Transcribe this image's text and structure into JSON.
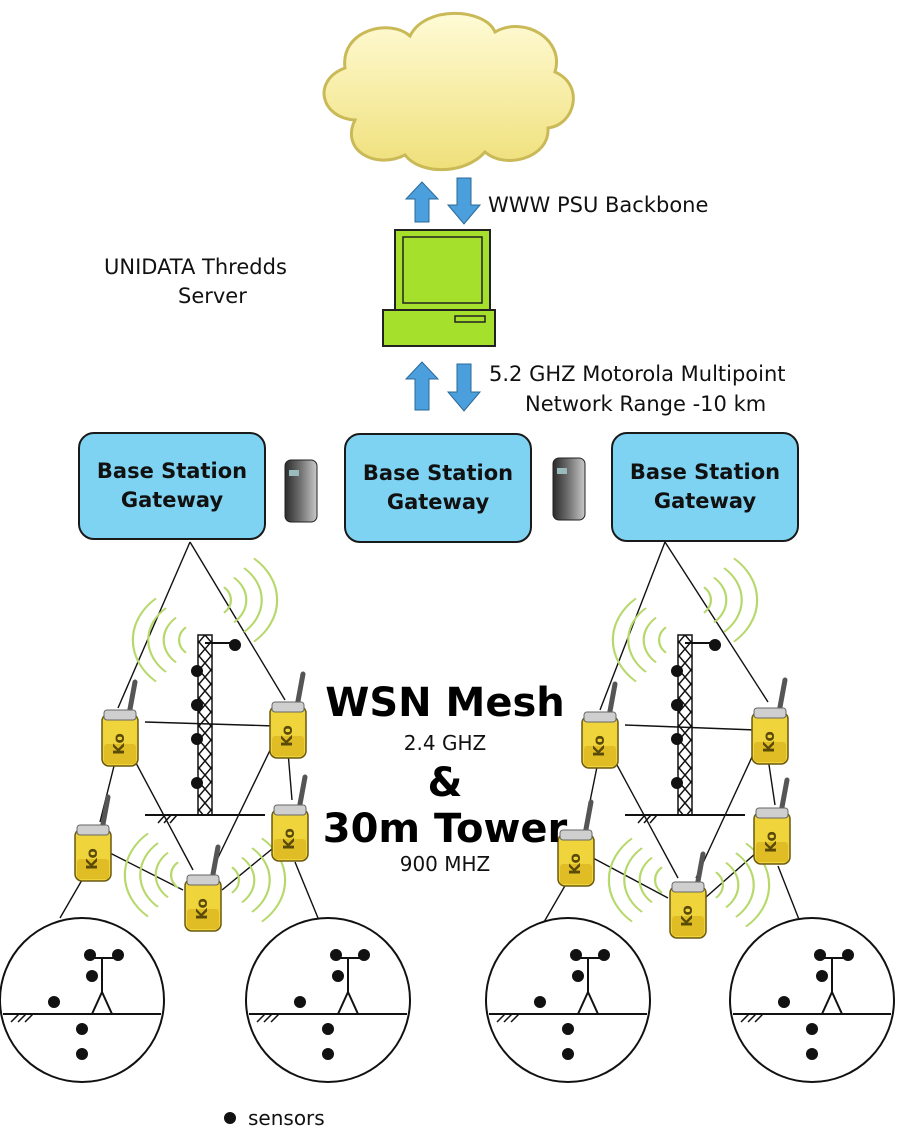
{
  "internet": {
    "link_label": "WWW  PSU Backbone"
  },
  "server": {
    "label_line1": "UNIDATA Thredds",
    "label_line2": "Server"
  },
  "radio_link": {
    "line1": "5.2 GHZ Motorola Multipoint",
    "line2": "Network Range -10 km"
  },
  "gateways": [
    {
      "line1": "Base Station",
      "line2": "Gateway"
    },
    {
      "line1": "Base Station",
      "line2": "Gateway"
    },
    {
      "line1": "Base Station",
      "line2": "Gateway"
    }
  ],
  "center": {
    "mesh_title": "WSN Mesh",
    "mesh_freq": "2.4 GHZ",
    "ampersand": "&",
    "tower_title": "30m Tower",
    "tower_freq": "900 MHZ"
  },
  "node_logo": "Ko",
  "legend": {
    "label": "sensors"
  },
  "colors": {
    "gateway_fill": "#7fd3f2",
    "arrow_blue": "#4a9fdc",
    "monitor_green": "#a4e02c",
    "node_yellow": "#f0d43c",
    "signal_green": "#b7d86a"
  }
}
